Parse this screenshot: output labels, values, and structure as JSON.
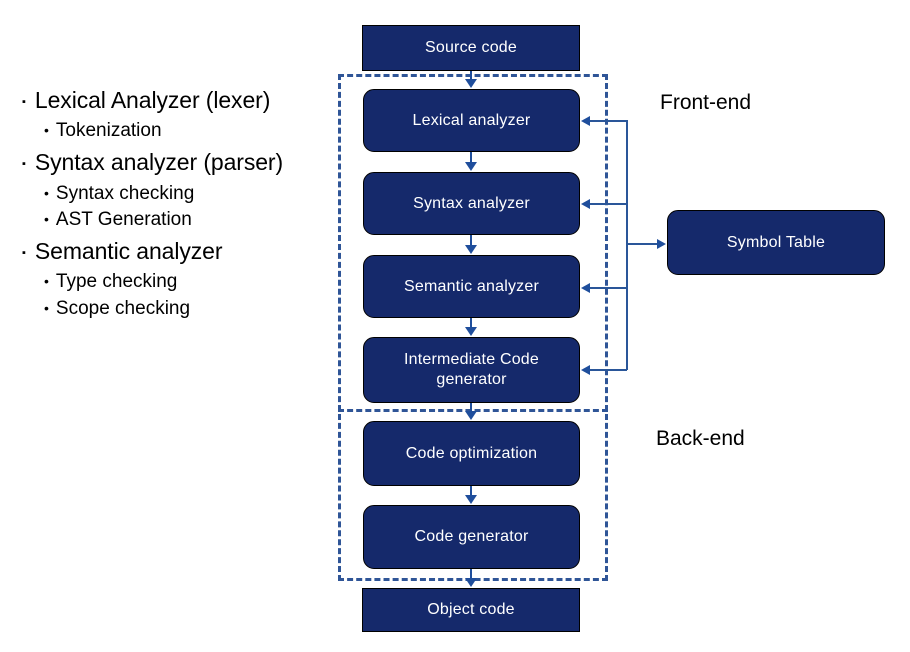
{
  "bullets": [
    {
      "level": 1,
      "glyph": "▪",
      "text": "Lexical Analyzer (lexer)"
    },
    {
      "level": 2,
      "glyph": "•",
      "text": "Tokenization"
    },
    {
      "level": 1,
      "glyph": "▪",
      "text": "Syntax analyzer (parser)"
    },
    {
      "level": 2,
      "glyph": "•",
      "text": "Syntax checking"
    },
    {
      "level": 2,
      "glyph": "•",
      "text": "AST Generation"
    },
    {
      "level": 1,
      "glyph": "▪",
      "text": "Semantic analyzer"
    },
    {
      "level": 2,
      "glyph": "•",
      "text": "Type checking"
    },
    {
      "level": 2,
      "glyph": "•",
      "text": "Scope checking"
    }
  ],
  "flow": {
    "source_code": "Source code",
    "lexical_analyzer": "Lexical analyzer",
    "syntax_analyzer": "Syntax analyzer",
    "semantic_analyzer": "Semantic analyzer",
    "intermediate_code_generator": "Intermediate Code generator",
    "code_optimization": "Code optimization",
    "code_generator": "Code generator",
    "object_code": "Object code",
    "symbol_table": "Symbol Table"
  },
  "regions": {
    "front_end": "Front-end",
    "back_end": "Back-end"
  },
  "colors": {
    "node_fill": "#15296b",
    "node_border": "#000000",
    "node_text": "#ffffff",
    "arrow": "#1f4e9c",
    "dashed_region": "#2f5597",
    "page_background": "#ffffff"
  }
}
